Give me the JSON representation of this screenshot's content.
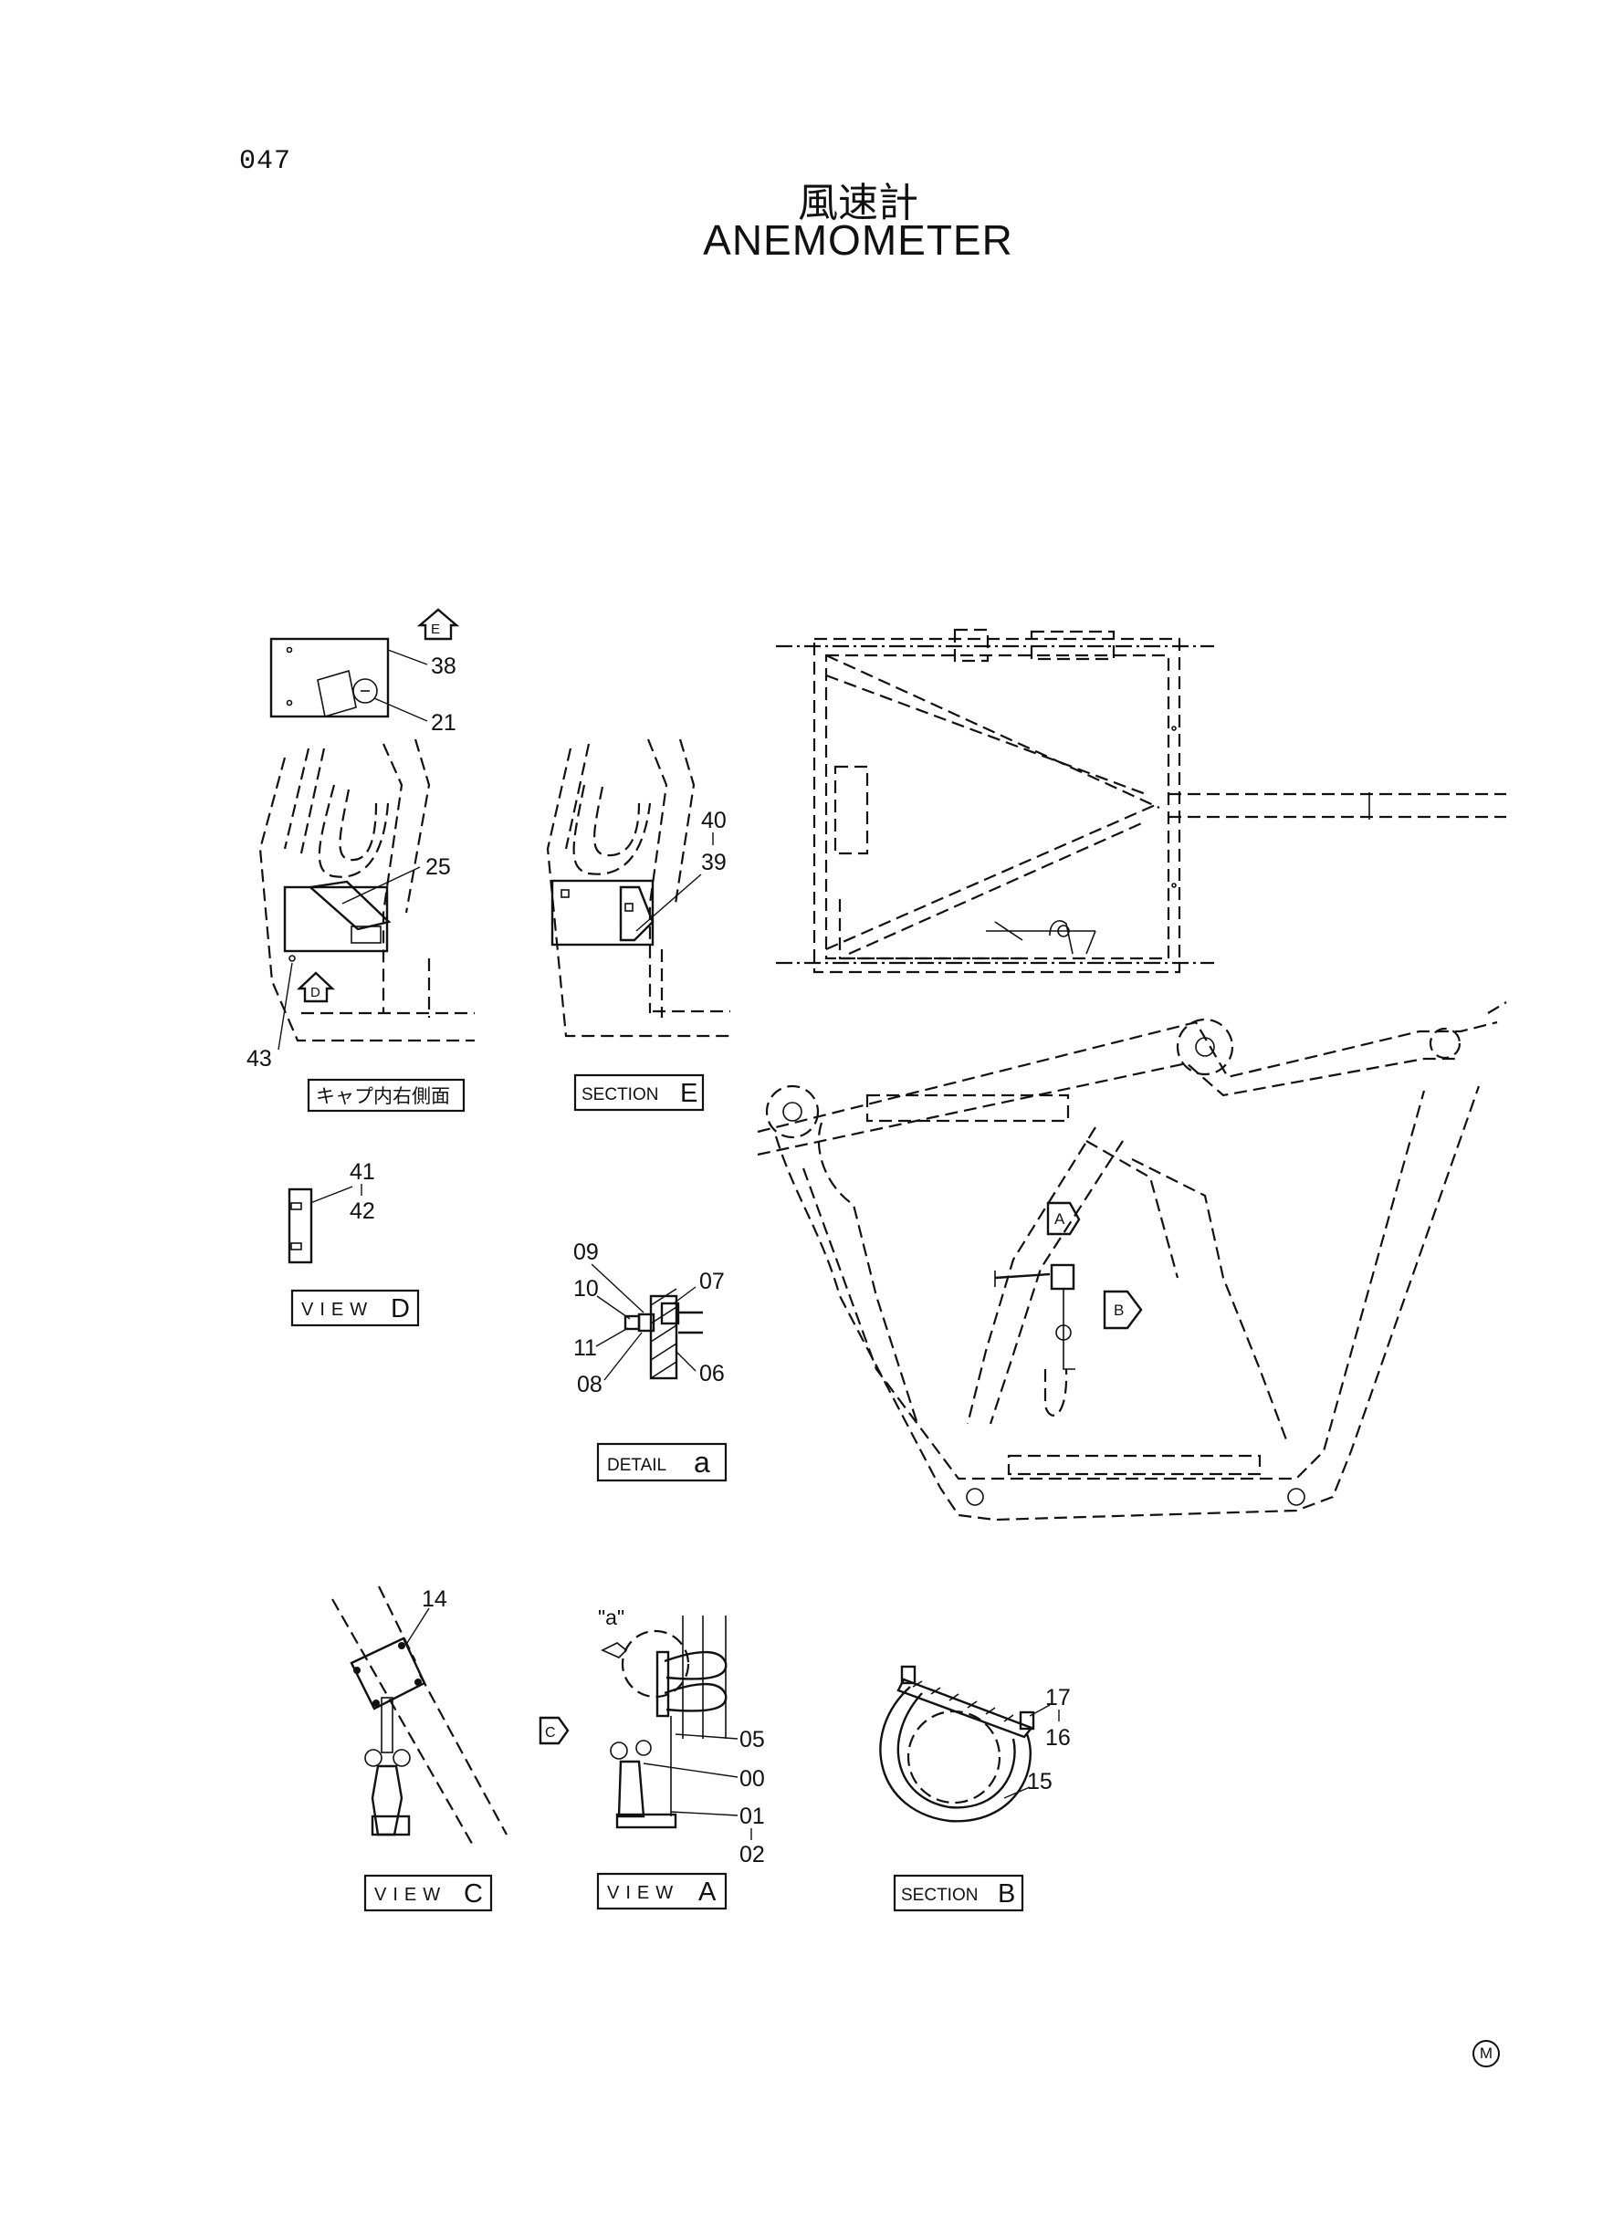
{
  "header": {
    "page_number": "047",
    "title_ja": "風速計",
    "title_en": "ANEMOMETER",
    "corner_mark": "M"
  },
  "views": {
    "cab_right_side": {
      "caption": "キャプ内右側面",
      "callouts": [
        "38",
        "21",
        "25",
        "43"
      ],
      "arrow_e": "E",
      "arrow_d": "D"
    },
    "section_e": {
      "caption_word": "SECTION",
      "caption_letter": "E",
      "callouts": [
        "40",
        "39"
      ]
    },
    "view_d": {
      "caption_word": "VIEW",
      "caption_letter": "D",
      "callouts": [
        "41",
        "42"
      ]
    },
    "detail_a": {
      "caption_word": "DETAIL",
      "caption_letter": "a",
      "callouts": [
        "09",
        "10",
        "11",
        "08",
        "07",
        "06"
      ]
    },
    "view_c": {
      "caption_word": "VIEW",
      "caption_letter": "C",
      "callouts": [
        "14"
      ]
    },
    "view_a": {
      "caption_word": "VIEW",
      "caption_letter": "A",
      "callouts": [
        "05",
        "00",
        "01",
        "02"
      ],
      "detail_ref": "\"a\"",
      "arrow_c": "C"
    },
    "section_b": {
      "caption_word": "SECTION",
      "caption_letter": "B",
      "callouts": [
        "17",
        "16",
        "15"
      ]
    },
    "main_frame": {
      "arrow_a": "A",
      "arrow_b": "B"
    }
  }
}
